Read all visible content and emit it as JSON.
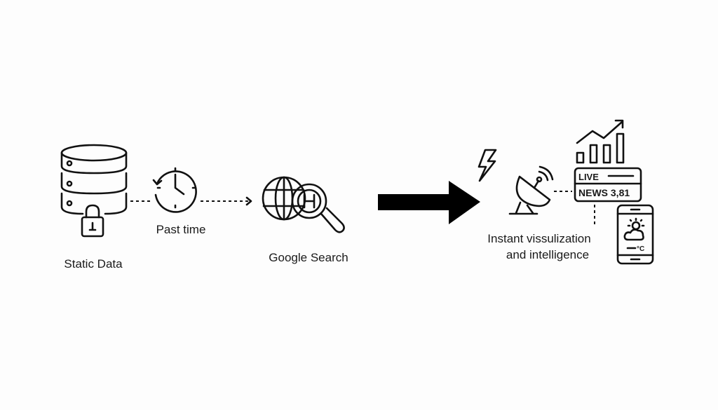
{
  "labels": {
    "static_data": "Static Data",
    "past_time": "Past time",
    "google_search": "Google Search",
    "instant_line1": "Instant vissulization",
    "instant_line2": "and intelligence"
  },
  "ticker": {
    "live": "LIVE",
    "news": "NEWS 3,81"
  },
  "phone": {
    "temp_unit": "°C"
  },
  "icons": [
    "database-icon",
    "lock-icon",
    "clock-icon",
    "globe-icon",
    "magnifier-icon",
    "arrow-right-icon",
    "lightning-icon",
    "satellite-dish-icon",
    "bar-chart-icon",
    "trend-arrow-icon",
    "news-ticker-icon",
    "phone-weather-icon"
  ],
  "colors": {
    "ink": "#111111",
    "background": "#fdfdfd"
  }
}
